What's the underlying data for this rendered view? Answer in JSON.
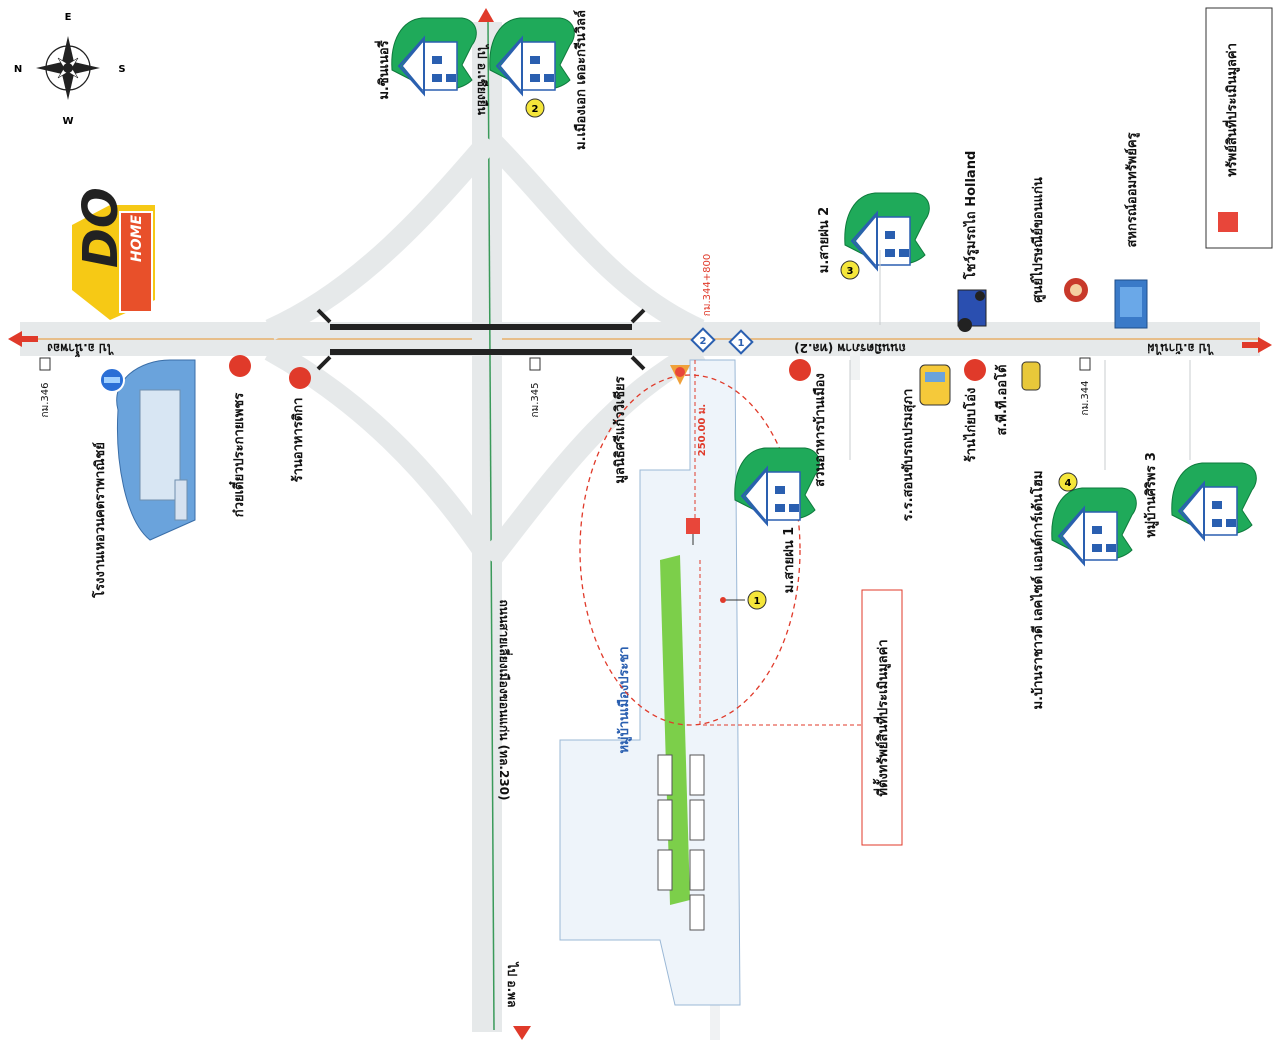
{
  "compass": {
    "n": "N",
    "e": "E",
    "s": "S",
    "w": "W"
  },
  "legend": {
    "item_label": "ทรัพย์สินที่ประเมินมูลค่า",
    "marker_color": "#e8463a"
  },
  "roads": {
    "main_road_top": "ไป อ.น้ำพอง",
    "main_road_bottom": "ถนนมิตรภาพ (ทล.2)",
    "main_road_bottom2": "ไป อ.บ้านไผ่",
    "ring_road": "ถนนสายเลี่ยงเมืองขอนแก่น (ทล.230)",
    "ring_road_top": "ไป อ.เชียงยืน",
    "ring_road_bottom": "ไป อ.พล"
  },
  "km_markers": {
    "km346": "กม.346",
    "km345": "กม.345",
    "km344": "กม.344",
    "km344_800": "กม.344+800"
  },
  "distance": "250.00 ม.",
  "villages": {
    "v_sinnaeri": "ม.ซินเนอรี่",
    "v_mueangek": "ม.เมืองเอก เดอะกรีนวิลล์",
    "v_saiphon2": "ม.สายฝน 2",
    "v_saiphon1": "ม.สายฝน 1",
    "v_banrachathan": "ม.บ้านราชาวดี เลคไซด์ แอนด์การ์เด้นโฮม",
    "v_siriporn3": "หมู่บ้านศิริพร 3",
    "v_mueangpracha": "หมู่บ้านเมืองประชา"
  },
  "markers": {
    "m1": "1",
    "m2": "2",
    "m3": "3",
    "m4": "4",
    "sign1": "1",
    "sign2": "2"
  },
  "places": {
    "dohome": "DO HOME",
    "dohome_word1": "DO",
    "dohome_word2": "HOME",
    "factory": "โรงงานเหอวนคตราพาณิชย์",
    "noodle": "ก๋วยเตี๋ยวประกายเพชร",
    "restaurant": "ร้านอาหารติกา",
    "shrine": "มูลนิธิศรีแก้ววิเชียร",
    "garden_rest": "สวนอาหารบ้านเมือง",
    "driving_school": "ร.ร.สอนขับรถเปรมสุภา",
    "holland_show": "โชว์รูมรถไถ Holland",
    "shop": "ร้านไก่ยบโอ่ง",
    "ptt": "ส.พี.ที.ออโต้",
    "post": "ศูนย์ไปรษณีย์ขอนแก่น",
    "coop": "สหกรณ์ออมทรัพย์ครู"
  },
  "callout": "ที่ตั้งทรัพย์สินที่ประเมินมูลค่า"
}
